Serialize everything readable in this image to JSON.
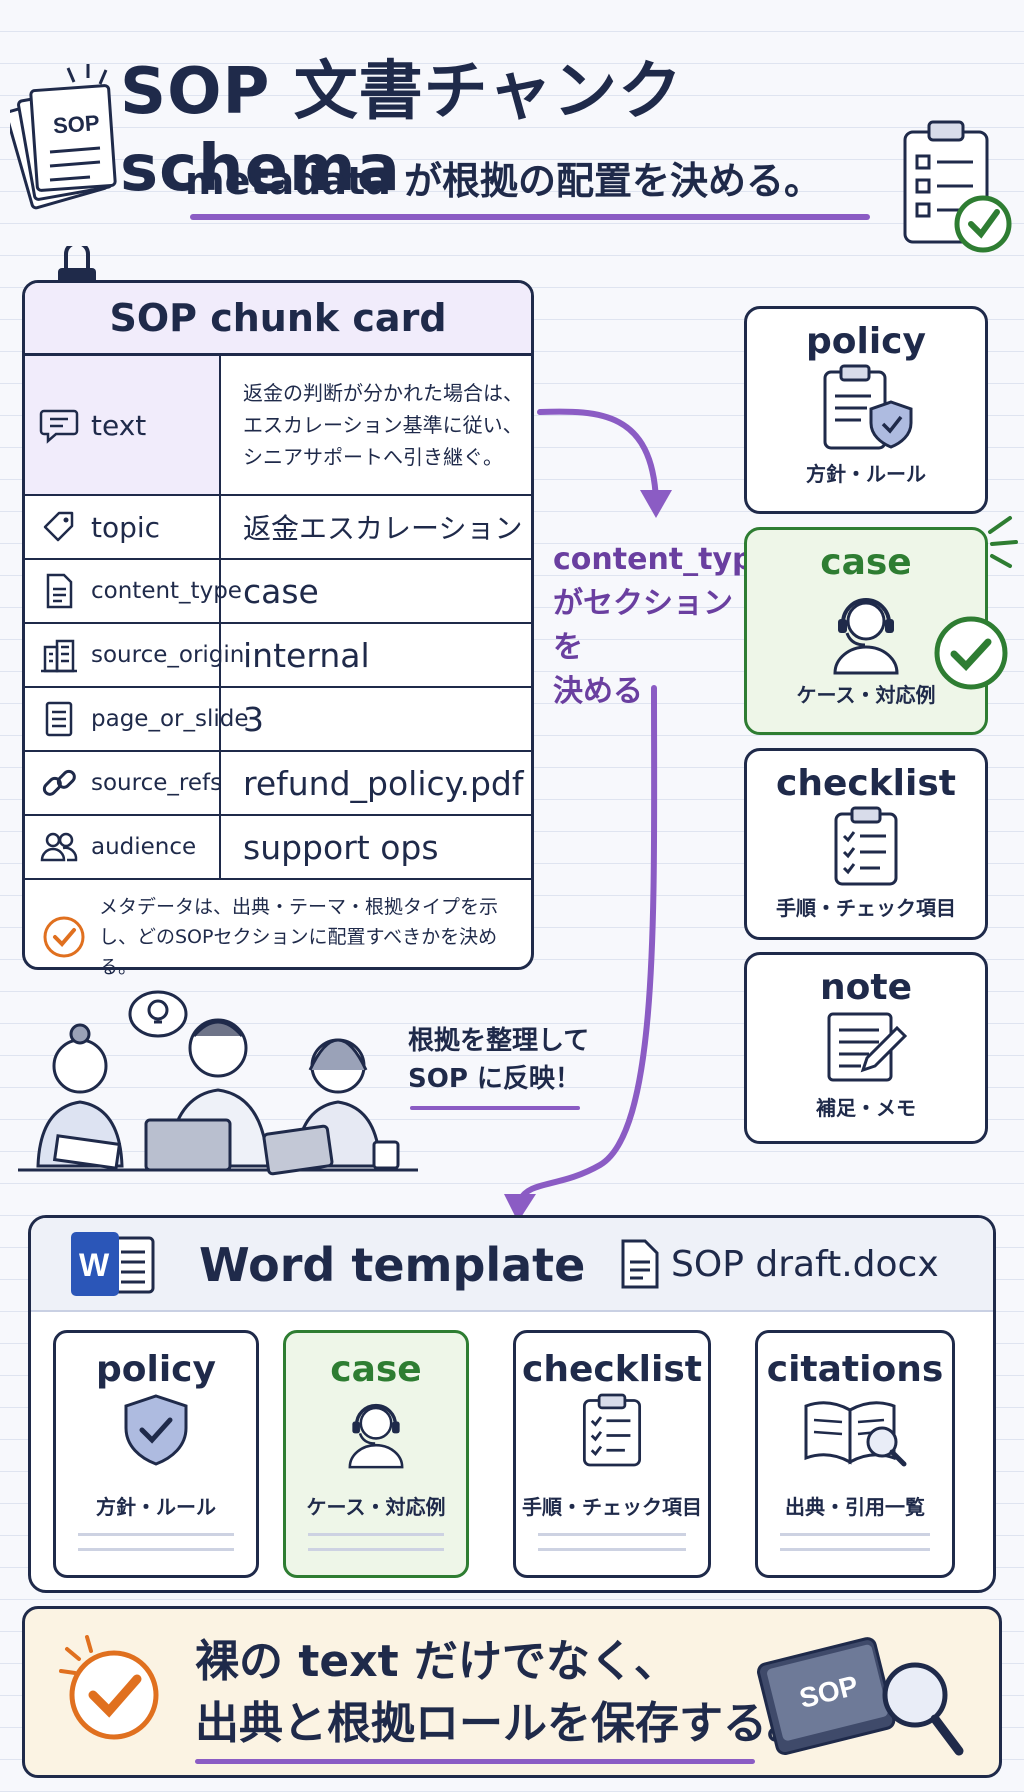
{
  "header": {
    "title": "SOP 文書チャンク schema",
    "subtitle": "metadata が根拠の配置を決める。",
    "doc_icon_label": "SOP"
  },
  "chunk_card": {
    "title": "SOP chunk card",
    "rows": [
      {
        "key": "text",
        "icon": "speech-bubble-icon",
        "value": "返金の判断が分かれた場合は、エスカレーション基準に従い、シニアサポートへ引き継ぐ。"
      },
      {
        "key": "topic",
        "icon": "tag-icon",
        "value": "返金エスカレーション"
      },
      {
        "key": "content_type",
        "icon": "document-icon",
        "value": "case"
      },
      {
        "key": "source_origin",
        "icon": "building-icon",
        "value": "internal"
      },
      {
        "key": "page_or_slide",
        "icon": "page-icon",
        "value": "3"
      },
      {
        "key": "source_refs",
        "icon": "link-icon",
        "value": "refund_policy.pdf"
      },
      {
        "key": "audience",
        "icon": "people-icon",
        "value": "support ops"
      }
    ],
    "footer": "メタデータは、出典・テーマ・根拠タイプを示し、どのSOPセクションに配置すべきかを決める。"
  },
  "flow_label": {
    "line1": "content_type",
    "line2": "がセクションを",
    "line3": "決める"
  },
  "section_types": [
    {
      "name": "policy",
      "sub": "方針・ルール",
      "icon": "clipboard-shield-icon",
      "active": false
    },
    {
      "name": "case",
      "sub": "ケース・対応例",
      "icon": "headset-person-icon",
      "active": true
    },
    {
      "name": "checklist",
      "sub": "手順・チェック項目",
      "icon": "clipboard-checklist-icon",
      "active": false
    },
    {
      "name": "note",
      "sub": "補足・メモ",
      "icon": "note-pencil-icon",
      "active": false
    }
  ],
  "team_caption": "根拠を整理して SOP に反映！",
  "word_template": {
    "title": "Word template",
    "file": "SOP draft.docx",
    "app_icon_label": "W",
    "sections": [
      {
        "name": "policy",
        "sub": "方針・ルール",
        "icon": "shield-check-icon",
        "active": false
      },
      {
        "name": "case",
        "sub": "ケース・対応例",
        "icon": "headset-person-icon",
        "active": true
      },
      {
        "name": "checklist",
        "sub": "手順・チェック項目",
        "icon": "clipboard-checklist-icon",
        "active": false
      },
      {
        "name": "citations",
        "sub": "出典・引用一覧",
        "icon": "book-magnifier-icon",
        "active": false
      }
    ]
  },
  "bottom": {
    "line1": "裸の text だけでなく、",
    "line2": "出典と根拠ロールを保存する。",
    "book_label": "SOP"
  },
  "colors": {
    "ink": "#1f2a4a",
    "accent_purple": "#6a3fa0",
    "active_green": "#2e7d32",
    "check_orange": "#e0701f"
  }
}
